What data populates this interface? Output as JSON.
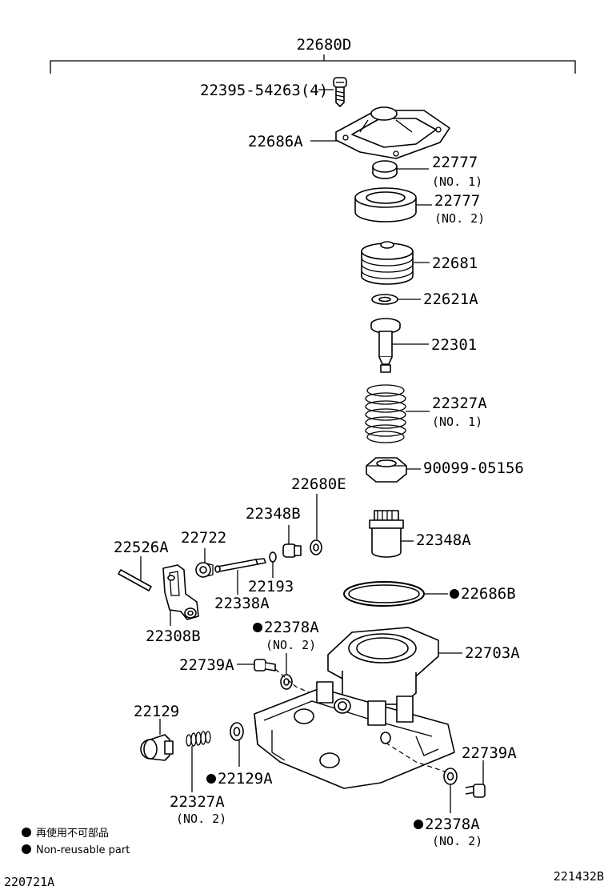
{
  "assembly": {
    "number": "22680D"
  },
  "labels": {
    "screw": "22395-54263(4)",
    "cover": "22686A",
    "cup1": "22777",
    "cup1_sub": "(NO. 1)",
    "cup2": "22777",
    "cup2_sub": "(NO. 2)",
    "piston": "22681",
    "washer": "22621A",
    "valve": "22301",
    "spring1": "22327A",
    "spring1_sub": "(NO. 1)",
    "nut": "90099-05156",
    "seat": "22680E",
    "plug_b": "22348B",
    "plug_a": "22348A",
    "ring": "22193",
    "pin": "22526A",
    "bushing": "22722",
    "shaft": "22338A",
    "lever": "22308B",
    "oring": "22686B",
    "gasket_top": "22378A",
    "gasket_top_sub": "(NO. 2)",
    "bolt_left": "22739A",
    "body": "22703A",
    "cap": "22129",
    "gasket_cap": "22129A",
    "spring2": "22327A",
    "spring2_sub": "(NO. 2)",
    "bolt_right": "22739A",
    "gasket_bottom": "22378A",
    "gasket_bottom_sub": "(NO. 2)"
  },
  "legend": {
    "jp": "再使用不可部品",
    "en": "Non-reusable part"
  },
  "footer": {
    "left_code": "220721A",
    "right_code": "221432B"
  }
}
